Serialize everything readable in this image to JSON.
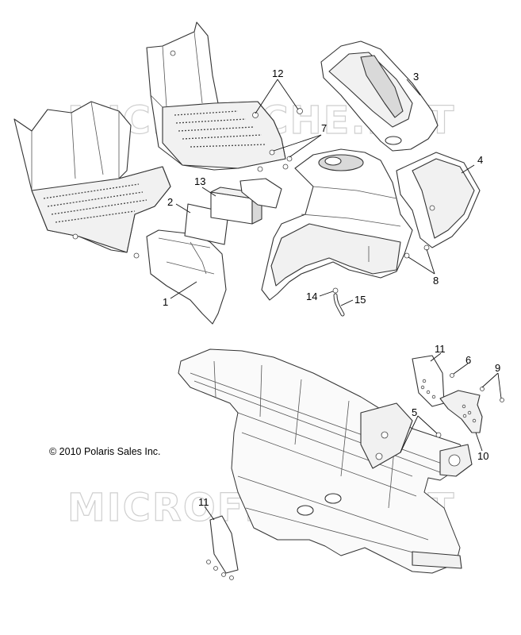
{
  "diagram": {
    "watermark": "MICROFICHE.NET",
    "copyright": "© 2010 Polaris Sales Inc.",
    "callouts": [
      "1",
      "2",
      "3",
      "4",
      "5",
      "6",
      "7",
      "8",
      "9",
      "10",
      "11",
      "11",
      "12",
      "13",
      "14",
      "15"
    ]
  }
}
